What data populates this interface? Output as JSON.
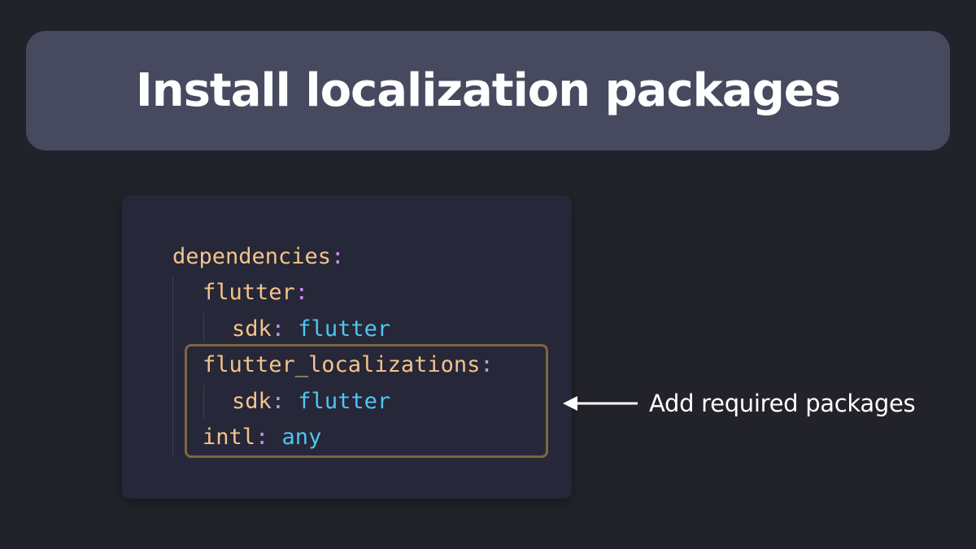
{
  "title": "Install localization packages",
  "code": {
    "lines": [
      {
        "key": "dependencies",
        "sep": ":",
        "value": ""
      },
      {
        "key": "flutter",
        "sep": ":",
        "value": ""
      },
      {
        "key": "sdk",
        "sep": ":",
        "value": " flutter"
      },
      {
        "key": "flutter_localizations",
        "sep": ":",
        "value": ""
      },
      {
        "key": "sdk",
        "sep": ":",
        "value": " flutter"
      },
      {
        "key": "intl",
        "sep": ":",
        "value": " any"
      }
    ]
  },
  "annotation": {
    "text": "Add required packages"
  },
  "colors": {
    "background": "#22222a",
    "banner": "#474a5f",
    "code_background": "#262738",
    "key": "#f3c48a",
    "punctuation": "#c792ea",
    "value": "#4fc6f0",
    "highlight_border": "#7d6640"
  }
}
